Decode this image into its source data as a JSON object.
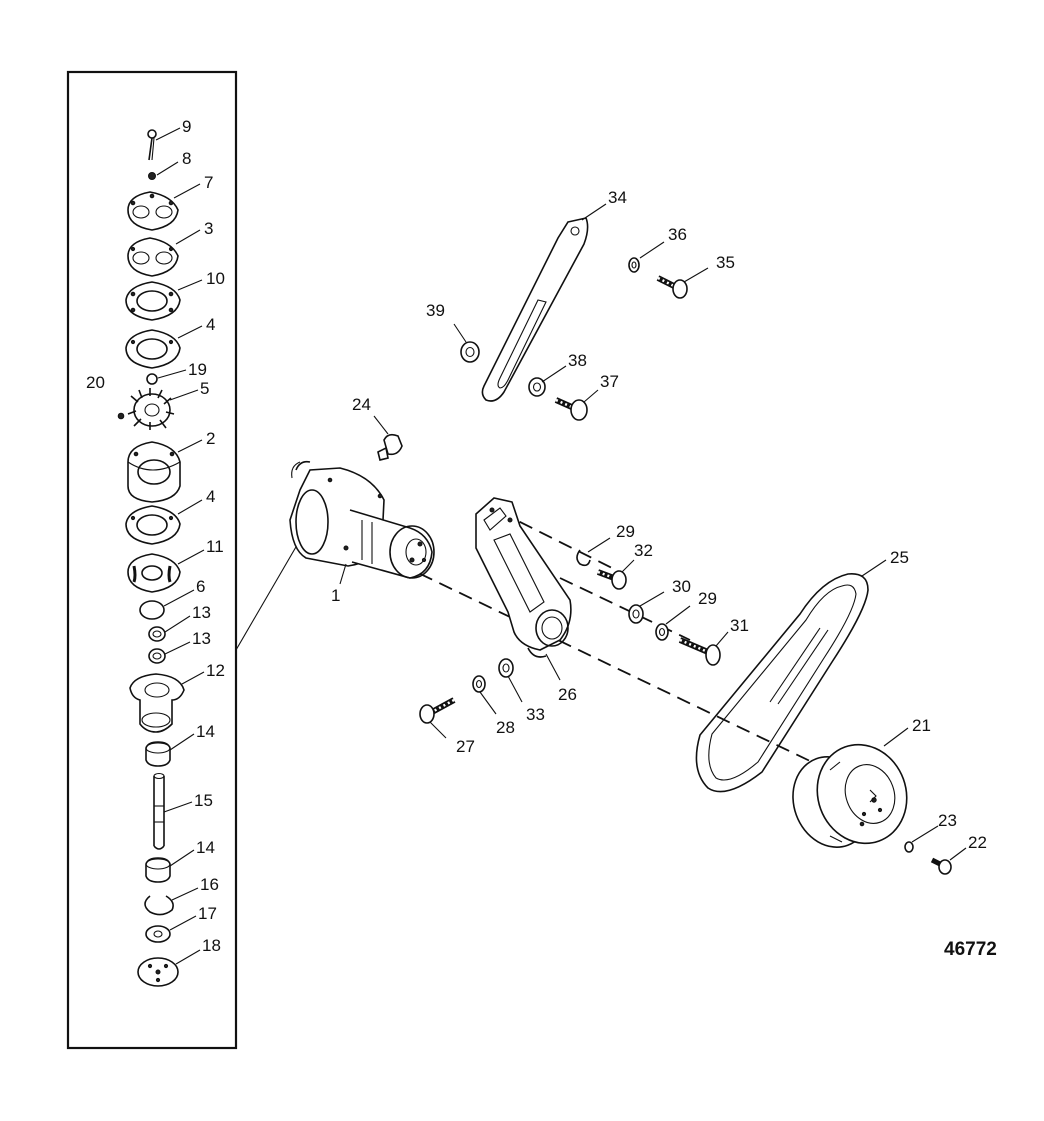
{
  "figure_number": "46772",
  "callouts": {
    "c1": "1",
    "c2": "2",
    "c3": "3",
    "c4a": "4",
    "c4b": "4",
    "c5": "5",
    "c6": "6",
    "c7": "7",
    "c8": "8",
    "c9": "9",
    "c10": "10",
    "c11": "11",
    "c12": "12",
    "c13a": "13",
    "c13b": "13",
    "c14a": "14",
    "c14b": "14",
    "c15": "15",
    "c16": "16",
    "c17": "17",
    "c18": "18",
    "c19": "19",
    "c20": "20",
    "c21": "21",
    "c22": "22",
    "c23": "23",
    "c24": "24",
    "c25": "25",
    "c26": "26",
    "c27": "27",
    "c28": "28",
    "c29a": "29",
    "c29b": "29",
    "c30": "30",
    "c31": "31",
    "c32": "32",
    "c33": "33",
    "c34": "34",
    "c35": "35",
    "c36": "36",
    "c37": "37",
    "c38": "38",
    "c39": "39"
  }
}
